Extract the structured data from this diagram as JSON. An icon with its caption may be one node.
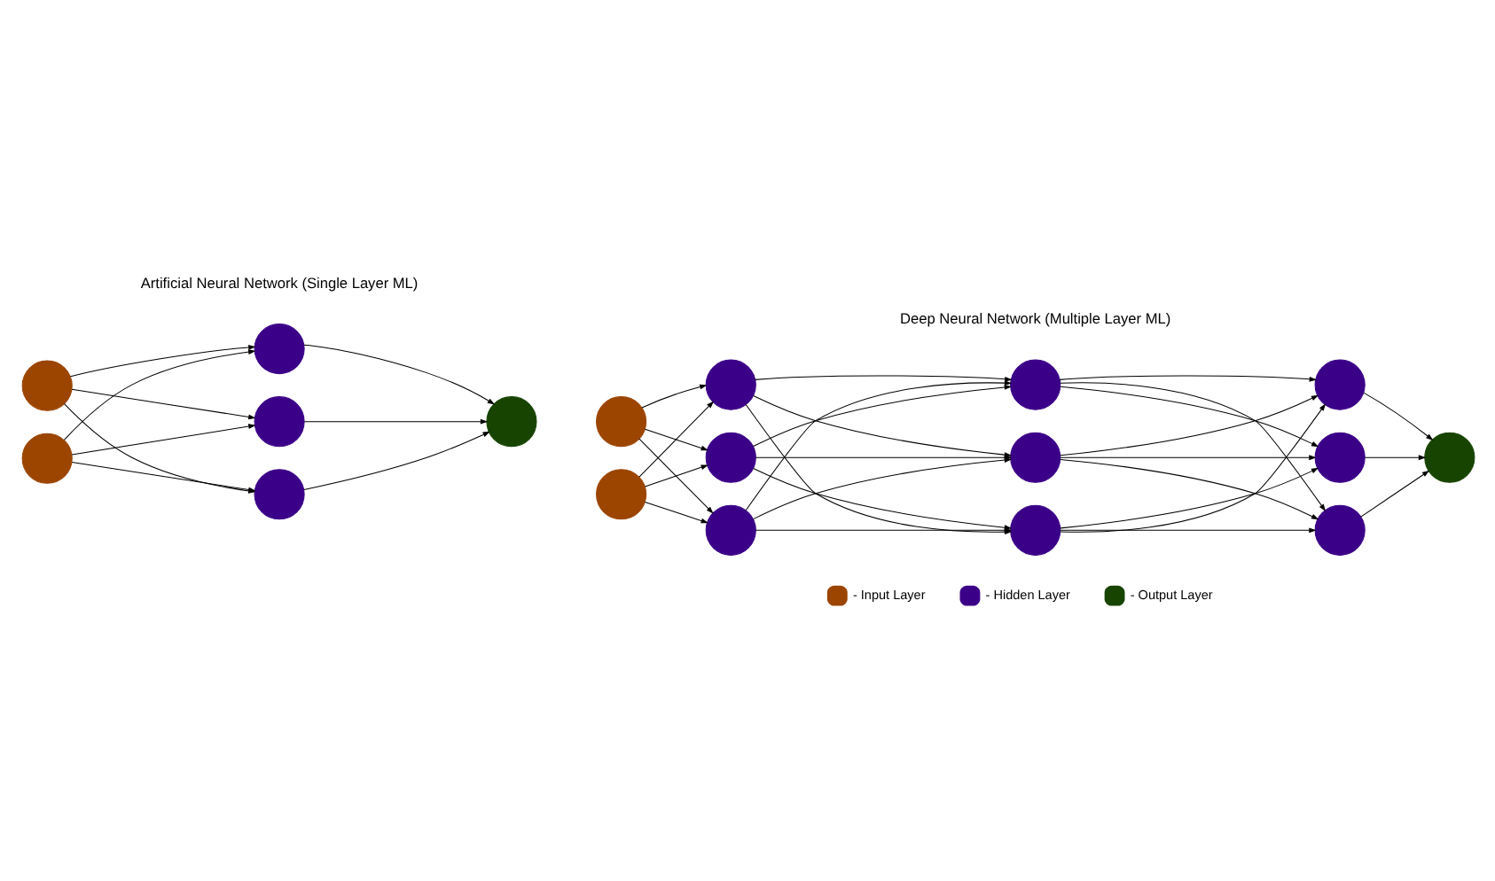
{
  "diagram": {
    "nodes": [
      {
        "text": [],
        "shape": "circle"
      },
      {
        "text": [],
        "shape": "circle"
      },
      {
        "text": [],
        "shape": "circle"
      },
      {
        "text": [],
        "shape": "circle"
      },
      {
        "text": [],
        "shape": "circle"
      },
      {
        "text": [],
        "shape": "circle"
      },
      {
        "text": [],
        "shape": "circle"
      },
      {
        "text": [],
        "shape": "circle"
      },
      {
        "text": [],
        "shape": "circle"
      },
      {
        "text": [],
        "shape": "circle"
      },
      {
        "text": [],
        "shape": "circle"
      },
      {
        "text": [],
        "shape": "circle"
      },
      {
        "text": [],
        "shape": "circle"
      },
      {
        "text": [],
        "shape": "circle"
      },
      {
        "text": [],
        "shape": "circle"
      },
      {
        "text": [],
        "shape": "circle"
      },
      {
        "text": [],
        "shape": "circle"
      },
      {
        "text": [],
        "shape": "circle"
      }
    ],
    "edges": [
      {
        "from": 0,
        "to": 2,
        "arrow": "to"
      },
      {
        "from": 0,
        "to": 3,
        "arrow": "to"
      },
      {
        "from": 0,
        "to": 4,
        "arrow": "to"
      },
      {
        "from": 1,
        "to": 2,
        "arrow": "to"
      },
      {
        "from": 1,
        "to": 3,
        "arrow": "to"
      },
      {
        "from": 1,
        "to": 4,
        "arrow": "to"
      },
      {
        "from": 2,
        "to": 5,
        "arrow": "to"
      },
      {
        "from": 3,
        "to": 5,
        "arrow": "to"
      },
      {
        "from": 4,
        "to": 5,
        "arrow": "to"
      },
      {
        "from": 6,
        "to": 8,
        "arrow": "to"
      },
      {
        "from": 6,
        "to": 9,
        "arrow": "to"
      },
      {
        "from": 6,
        "to": 10,
        "arrow": "to"
      },
      {
        "from": 7,
        "to": 8,
        "arrow": "to"
      },
      {
        "from": 7,
        "to": 9,
        "arrow": "to"
      },
      {
        "from": 7,
        "to": 10,
        "arrow": "to"
      },
      {
        "from": 8,
        "to": 11,
        "arrow": "to"
      },
      {
        "from": 8,
        "to": 12,
        "arrow": "to"
      },
      {
        "from": 8,
        "to": 13,
        "arrow": "to"
      },
      {
        "from": 9,
        "to": 11,
        "arrow": "to"
      },
      {
        "from": 9,
        "to": 12,
        "arrow": "to"
      },
      {
        "from": 9,
        "to": 13,
        "arrow": "to"
      },
      {
        "from": 10,
        "to": 11,
        "arrow": "to"
      },
      {
        "from": 10,
        "to": 12,
        "arrow": "to"
      },
      {
        "from": 10,
        "to": 13,
        "arrow": "to"
      },
      {
        "from": 11,
        "to": 14,
        "arrow": "to"
      },
      {
        "from": 11,
        "to": 15,
        "arrow": "to"
      },
      {
        "from": 11,
        "to": 16,
        "arrow": "to"
      },
      {
        "from": 12,
        "to": 14,
        "arrow": "to"
      },
      {
        "from": 12,
        "to": 15,
        "arrow": "to"
      },
      {
        "from": 12,
        "to": 16,
        "arrow": "to"
      },
      {
        "from": 13,
        "to": 14,
        "arrow": "to"
      },
      {
        "from": 13,
        "to": 15,
        "arrow": "to"
      },
      {
        "from": 13,
        "to": 16,
        "arrow": "to"
      },
      {
        "from": 14,
        "to": 17,
        "arrow": "to"
      },
      {
        "from": 15,
        "to": 17,
        "arrow": "to"
      },
      {
        "from": 16,
        "to": 17,
        "arrow": "to"
      }
    ],
    "labels": [
      "Artificial Neural Network (Single Layer ML)",
      "Deep Neural Network (Multiple Layer ML)"
    ],
    "legend": [
      {
        "text": "- Input Layer",
        "color": "#9b4500"
      },
      {
        "text": "- Hidden Layer",
        "color": "#3b0088"
      },
      {
        "text": "- Output Layer",
        "color": "#174400"
      }
    ]
  }
}
